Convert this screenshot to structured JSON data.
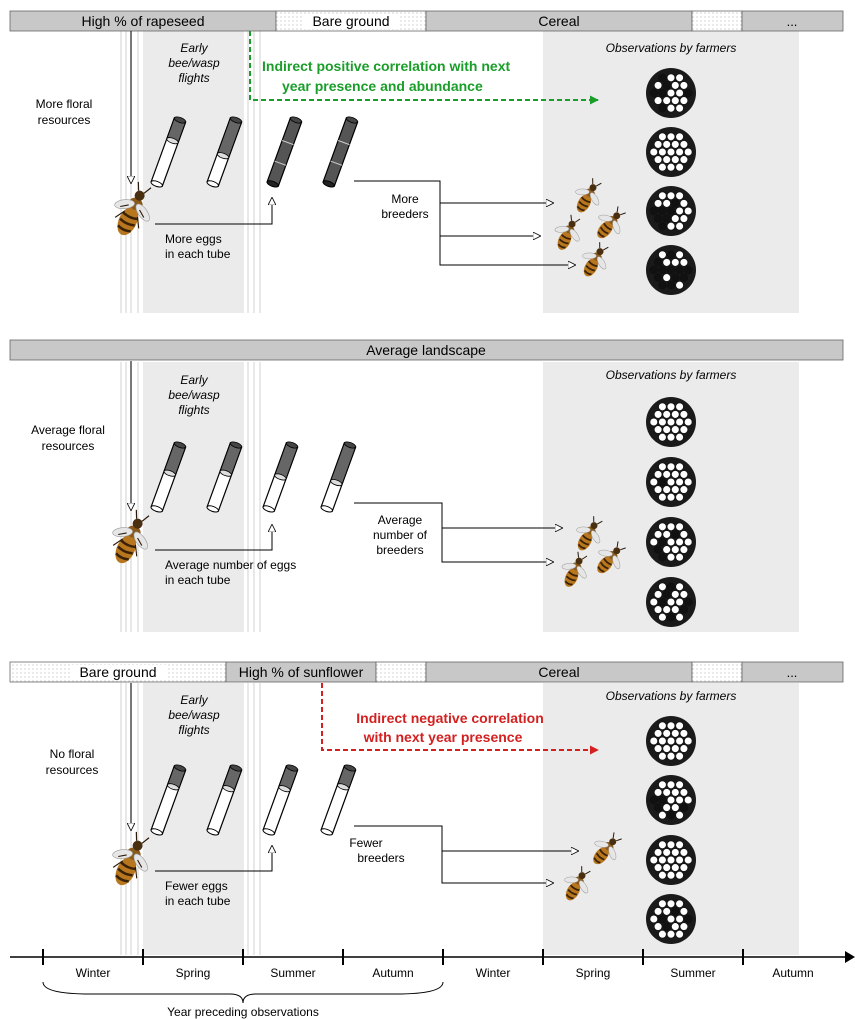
{
  "panel1": {
    "bar_labels": {
      "seg1": "High % of rapeseed",
      "seg2": "Bare ground",
      "seg3": "Cereal",
      "seg4": "..."
    },
    "early_flights": [
      "Early",
      "bee/wasp",
      "flights"
    ],
    "floral": [
      "More floral",
      "resources"
    ],
    "eggs": [
      "More eggs",
      "in each tube"
    ],
    "breeders": [
      "More",
      "breeders"
    ],
    "correlation": [
      "Indirect positive correlation with next",
      "year presence and abundance"
    ],
    "observations": "Observations by farmers"
  },
  "panel2": {
    "bar_labels": {
      "seg1": "Average landscape"
    },
    "early_flights": [
      "Early",
      "bee/wasp",
      "flights"
    ],
    "floral": [
      "Average floral",
      "resources"
    ],
    "eggs": [
      "Average number of eggs",
      "in each tube"
    ],
    "breeders": [
      "Average",
      "number of",
      "breeders"
    ],
    "observations": "Observations by farmers"
  },
  "panel3": {
    "bar_labels": {
      "seg1": "Bare ground",
      "seg2": "High % of sunflower",
      "seg3": "Cereal",
      "seg4": "..."
    },
    "early_flights": [
      "Early",
      "bee/wasp",
      "flights"
    ],
    "floral": [
      "No floral",
      "resources"
    ],
    "eggs": [
      "Fewer eggs",
      "in each tube"
    ],
    "breeders": [
      "Fewer",
      "breeders"
    ],
    "correlation": [
      "Indirect negative correlation",
      "with next year presence"
    ],
    "observations": "Observations by farmers"
  },
  "timeline": {
    "seasons": [
      "Winter",
      "Spring",
      "Summer",
      "Autumn",
      "Winter",
      "Spring",
      "Summer",
      "Autumn"
    ],
    "year_label": "Year preceding observations"
  },
  "colors": {
    "bar_fill": "#c8c8c8",
    "shade": "#ebebeb",
    "positive": "#1a9e2a",
    "negative": "#d32020",
    "bee_body": "#b8761e",
    "bee_stripe": "#3a2208"
  }
}
